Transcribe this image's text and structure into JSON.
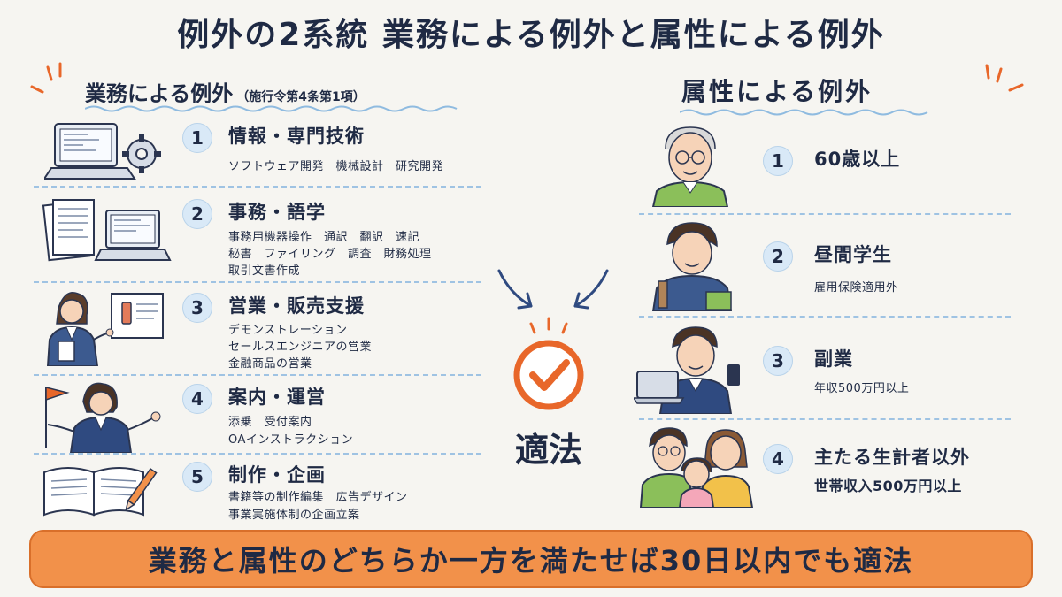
{
  "title": "例外の2系統 業務による例外と属性による例外",
  "left": {
    "heading": "業務による例外",
    "subheading": "（施行令第4条第1項）",
    "items": [
      {
        "num": "1",
        "title": "情報・専門技術",
        "lines": [
          "ソフトウェア開発　機械設計　研究開発"
        ]
      },
      {
        "num": "2",
        "title": "事務・語学",
        "lines": [
          "事務用機器操作　通訳　翻訳　速記",
          "秘書　ファイリング　調査　財務処理",
          "取引文書作成"
        ]
      },
      {
        "num": "3",
        "title": "営業・販売支援",
        "lines": [
          "デモンストレーション",
          "セールスエンジニアの営業",
          "金融商品の営業"
        ]
      },
      {
        "num": "4",
        "title": "案内・運営",
        "lines": [
          "添乗　受付案内",
          "OAインストラクション"
        ]
      },
      {
        "num": "5",
        "title": "制作・企画",
        "lines": [
          "書籍等の制作編集　広告デザイン",
          "事業実施体制の企画立案"
        ]
      }
    ]
  },
  "right": {
    "heading": "属性による例外",
    "items": [
      {
        "num": "1",
        "title": "60歳以上",
        "lines": []
      },
      {
        "num": "2",
        "title": "昼間学生",
        "lines": [
          "雇用保険適用外"
        ]
      },
      {
        "num": "3",
        "title": "副業",
        "lines": [
          "年収500万円以上"
        ]
      },
      {
        "num": "4",
        "title": "主たる生計者以外",
        "lines": [
          "世帯収入500万円以上"
        ]
      }
    ]
  },
  "center": {
    "label": "適法"
  },
  "banner": "業務と属性のどちらか一方を満たせば30日以内でも適法",
  "colors": {
    "navy": "#1f2a44",
    "accent_orange": "#f2914a",
    "check_orange": "#e8672a",
    "light_blue": "#d9e9f7",
    "dashed_blue": "#9fc3e3"
  }
}
